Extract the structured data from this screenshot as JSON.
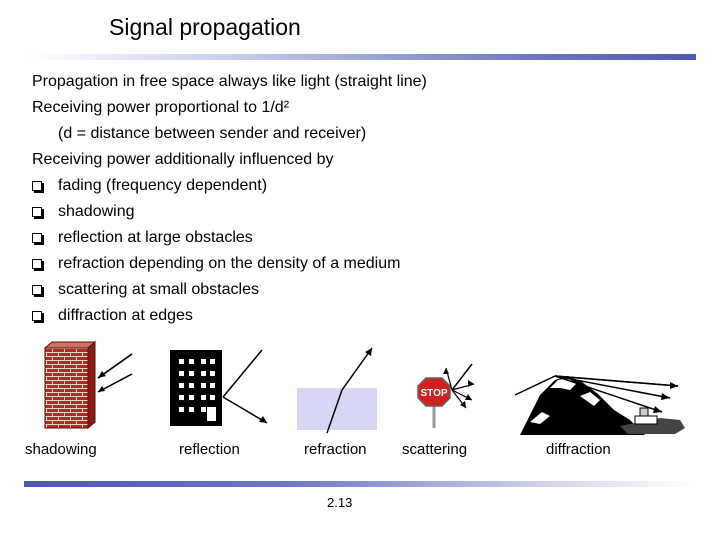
{
  "slide": {
    "title": "Signal propagation",
    "page_number": "2.13"
  },
  "content": {
    "lines": [
      "Propagation in free space always like light (straight line)",
      "Receiving power proportional to 1/d²",
      "(d = distance between sender and receiver)",
      "Receiving power additionally influenced by"
    ],
    "bullets": [
      "fading (frequency dependent)",
      "shadowing",
      "reflection at large obstacles",
      "refraction depending on the density of a medium",
      "scattering at small obstacles",
      "diffraction at edges"
    ]
  },
  "figures": {
    "shadowing": "shadowing",
    "reflection": "reflection",
    "refraction": "refraction",
    "scattering": "scattering",
    "diffraction": "diffraction",
    "stop_sign_text": "STOP"
  },
  "colors": {
    "accent_bar": "#4e58b4",
    "brick": "#b52a22",
    "medium": "#d6d6f4"
  }
}
